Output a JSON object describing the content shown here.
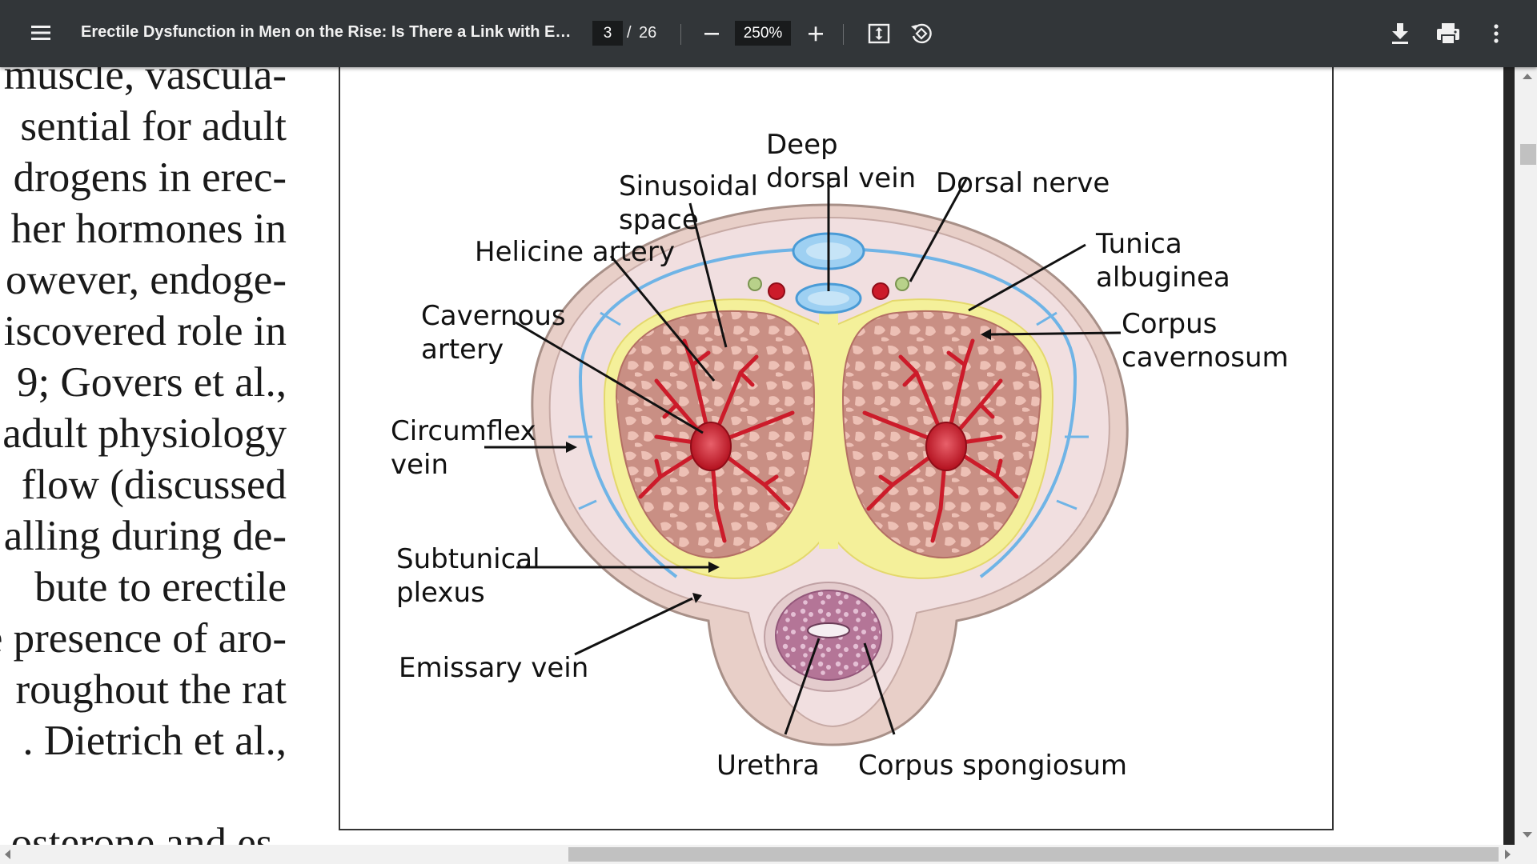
{
  "toolbar": {
    "title": "Erectile Dysfunction in Men on the Rise: Is There a Link with En...",
    "page_current": "3",
    "page_separator": "/",
    "page_total": "26",
    "zoom": "250%",
    "icons": {
      "menu": "menu-icon",
      "zoom_out": "minus-icon",
      "zoom_in": "plus-icon",
      "fit": "fit-to-page-icon",
      "rotate": "rotate-counterclockwise-icon",
      "download": "download-icon",
      "print": "print-icon",
      "more": "more-vertical-icon"
    }
  },
  "document": {
    "text_lines": [
      "muscle, vascula-",
      "sential for adult",
      "drogens in erec-",
      "her hormones in",
      "owever, endoge-",
      "iscovered role in",
      "9; Govers et al.,",
      "adult physiology",
      " flow (discussed",
      "alling during de-",
      "bute to erectile",
      "e presence of aro-",
      "roughout the rat",
      ". Dietrich et al.,",
      "",
      "osterone and es-"
    ],
    "figure_labels": {
      "deep_dorsal_vein_line1": "Deep",
      "deep_dorsal_vein_line2": "dorsal vein",
      "sinusoidal_space_line1": "Sinusoidal",
      "sinusoidal_space_line2": "space",
      "dorsal_nerve": "Dorsal nerve",
      "helicine_artery": "Helicine artery",
      "tunica_albuginea_line1": "Tunica",
      "tunica_albuginea_line2": "albuginea",
      "cavernous_artery_line1": "Cavernous",
      "cavernous_artery_line2": "artery",
      "corpus_cavernosum_line1": "Corpus",
      "corpus_cavernosum_line2": "cavernosum",
      "circumflex_vein_line1": "Circumflex",
      "circumflex_vein_line2": "vein",
      "subtunical_plexus_line1": "Subtunical",
      "subtunical_plexus_line2": "plexus",
      "emissary_vein": "Emissary vein",
      "urethra": "Urethra",
      "corpus_spongiosum": "Corpus spongiosum"
    }
  },
  "colors": {
    "toolbar_bg": "#323639",
    "input_bg": "#191b1c",
    "skin": "#e8cfc8",
    "tunica": "#f1dfe0",
    "erectile_tissue": "#c98f84",
    "artery": "#cc1b2a",
    "vein": "#6fb4e6",
    "septum": "#f4f09a",
    "spongiosum": "#b47597"
  }
}
